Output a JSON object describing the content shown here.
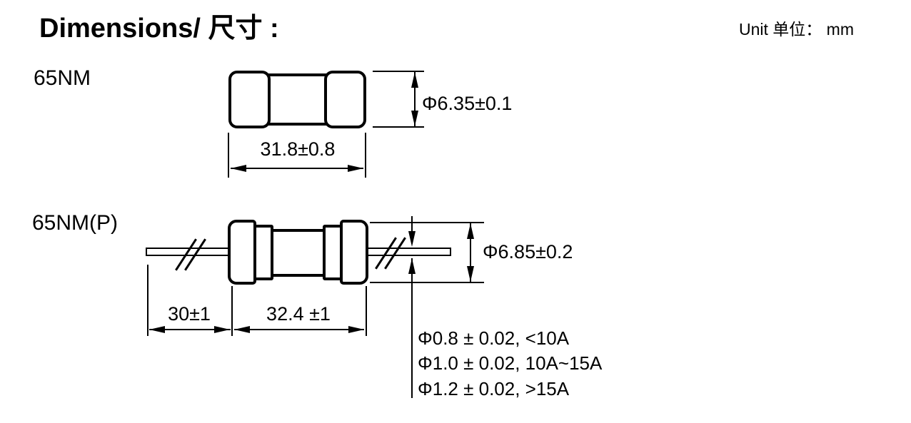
{
  "page": {
    "title": "Dimensions/ 尺寸 :",
    "unit_label": "Unit 单位： mm"
  },
  "colors": {
    "ink": "#000000",
    "paper": "#ffffff"
  },
  "drawings": [
    {
      "label": "65NM",
      "dims": {
        "body_diameter": "Φ6.35±0.1",
        "body_length": "31.8±0.8"
      }
    },
    {
      "label": "65NM(P)",
      "dims": {
        "body_diameter": "Φ6.85±0.2",
        "lead_length": "30±1",
        "body_length": "32.4 ±1",
        "lead_diameter_notes": [
          "Φ0.8 ± 0.02, <10A",
          "Φ1.0 ± 0.02, 10A~15A",
          "Φ1.2 ± 0.02, >15A"
        ]
      }
    }
  ]
}
